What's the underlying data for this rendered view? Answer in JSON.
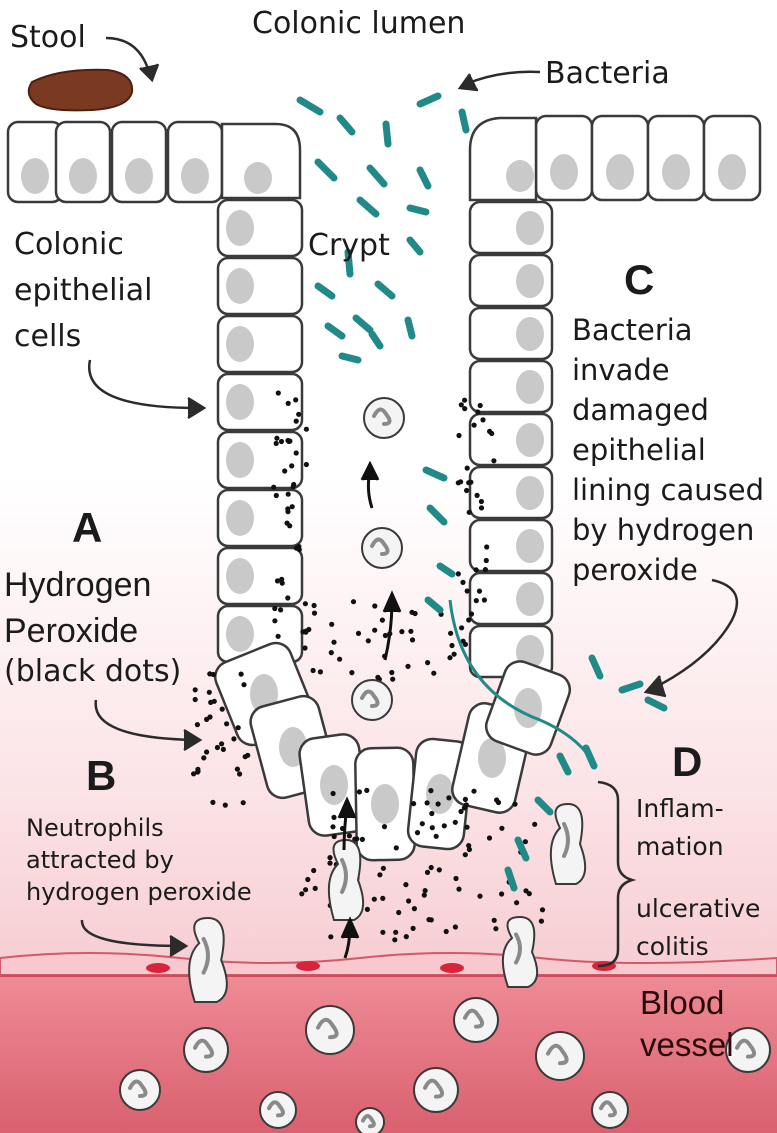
{
  "labels": {
    "colonic_lumen": "Colonic lumen",
    "stool": "Stool",
    "bacteria": "Bacteria",
    "colonic_epithelial_cells": "Colonic\nepithelial\ncells",
    "crypt": "Crypt",
    "a": "A",
    "hydrogen_peroxide": "Hydrogen\nPeroxide",
    "black_dots": "(black dots)",
    "b": "B",
    "neutrophils": "Neutrophils\nattracted by\nhydrogen peroxide",
    "c": "C",
    "bacteria_invade": "Bacteria\ninvade\ndamaged\nepithelial\nlining caused\nby hydrogen\nperoxide",
    "d": "D",
    "inflammation": "Inflam-\nmation",
    "ulcerative_colitis": "ulcerative\ncolitis",
    "blood_vessel": "Blood\nvessel"
  },
  "colors": {
    "bacteria": "#1f8a87",
    "stool": "#7a3a22",
    "vessel": "#e5707c",
    "vessel_light": "#f6cdd2",
    "cell_outline": "#3a3a3a",
    "nucleus": "#c9c9c9"
  }
}
